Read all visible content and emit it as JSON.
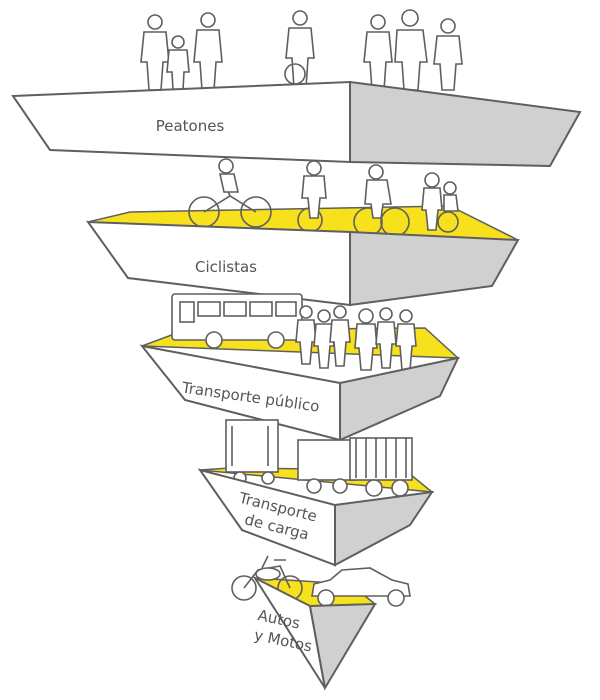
{
  "colors": {
    "accent": "#f7e01c",
    "outline": "#5f5f5f",
    "side_fill": "#d0d0d0",
    "front_fill": "#ffffff",
    "text": "#555555"
  },
  "levels": [
    {
      "id": "peatones",
      "lines": [
        "Peatones"
      ],
      "icons": [
        "pedestrian-icon"
      ]
    },
    {
      "id": "ciclistas",
      "lines": [
        "Ciclistas"
      ],
      "icons": [
        "cyclist-icon"
      ]
    },
    {
      "id": "transporte-publico",
      "lines": [
        "Transporte público"
      ],
      "icons": [
        "bus-icon",
        "pedestrian-icon"
      ]
    },
    {
      "id": "transporte-de-carga",
      "lines": [
        "Transporte",
        "de carga"
      ],
      "icons": [
        "truck-icon",
        "gas-truck-icon"
      ]
    },
    {
      "id": "autos-y-motos",
      "lines": [
        "Autos",
        "y Motos"
      ],
      "icons": [
        "motorcycle-icon",
        "car-icon"
      ]
    }
  ]
}
